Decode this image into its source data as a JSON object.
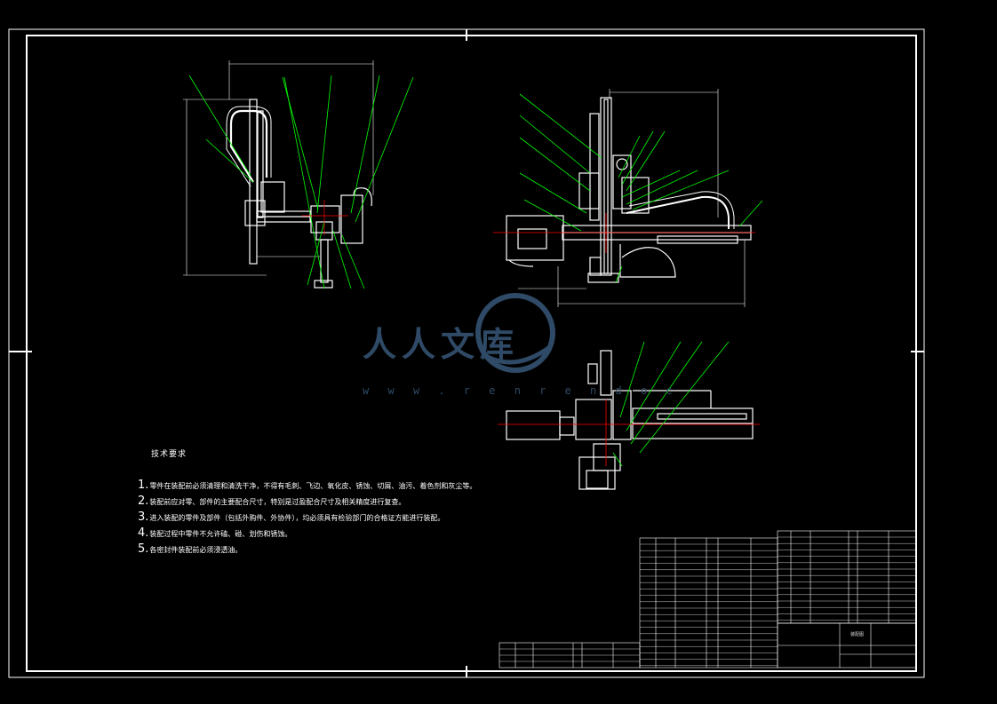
{
  "drawing": {
    "technical_requirements": {
      "title": "技术要求",
      "items": [
        {
          "num": "1.",
          "text": "零件在装配前必须清理和清洗干净，不得有毛刺、飞边、氧化皮、锈蚀、切屑、油污、着色剂和灰尘等。"
        },
        {
          "num": "2.",
          "text": "装配前应对零、部件的主要配合尺寸，特别是过盈配合尺寸及相关精度进行复查。"
        },
        {
          "num": "3.",
          "text": "进入装配的零件及部件（包括外购件、外协件），均必须具有检验部门的合格证方能进行装配。"
        },
        {
          "num": "4.",
          "text": "装配过程中零件不允许磕、碰、划伤和锈蚀。"
        },
        {
          "num": "5.",
          "text": "各密封件装配前必须浸透油。"
        }
      ]
    },
    "title_block": {
      "drawing_name": "装配图"
    },
    "watermark": {
      "text": "人人文库",
      "url": "w w w . r e n r e n d o c"
    },
    "colors": {
      "background": "#000000",
      "outline": "#ffffff",
      "leader": "#00ff00",
      "centerline": "#ff0000",
      "watermark": "#2f4a66"
    }
  }
}
